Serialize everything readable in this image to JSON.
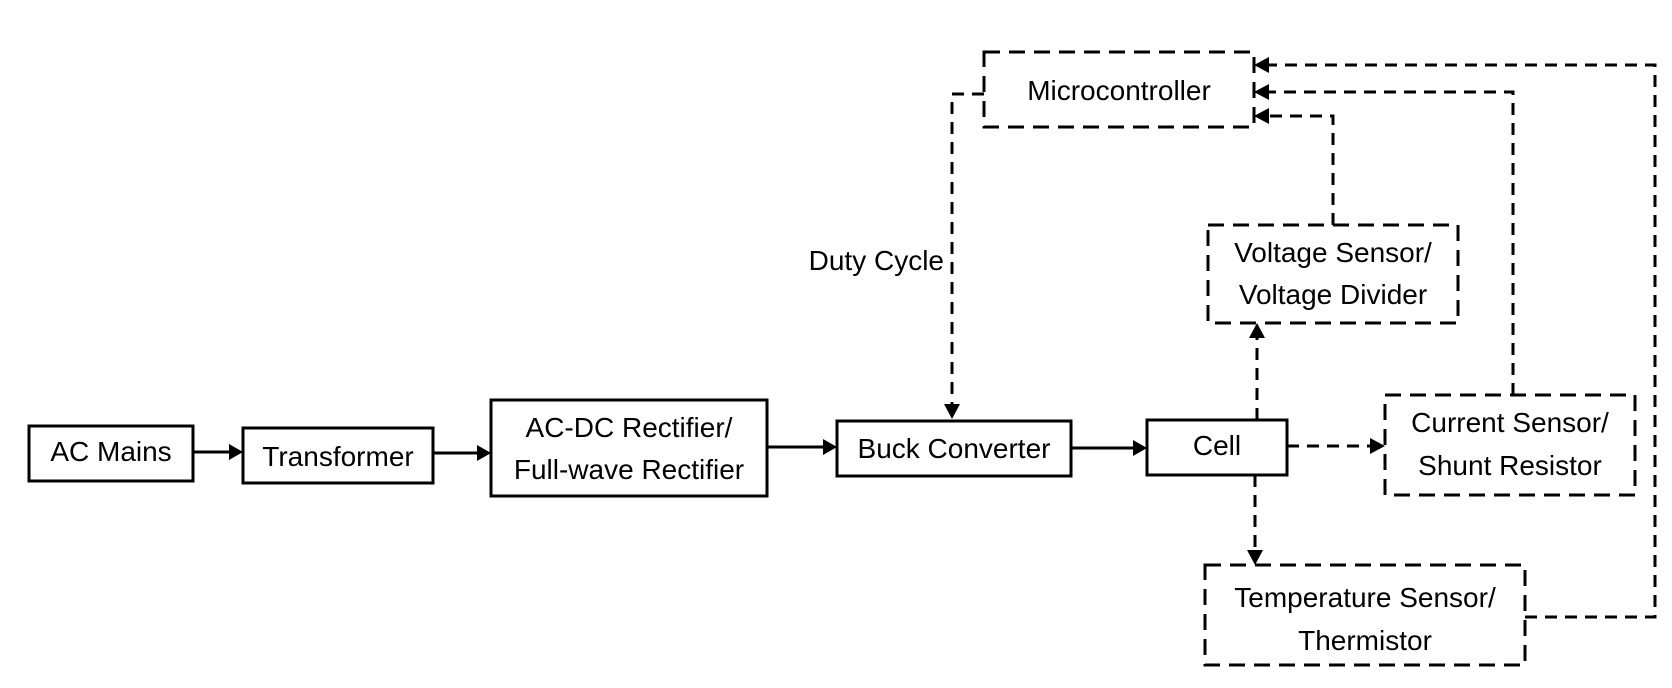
{
  "blocks": {
    "ac_mains": {
      "lines": [
        "AC Mains"
      ]
    },
    "transformer": {
      "lines": [
        "Transformer"
      ]
    },
    "rectifier": {
      "lines": [
        "AC-DC Rectifier/",
        "Full-wave Rectifier"
      ]
    },
    "buck": {
      "lines": [
        "Buck Converter"
      ]
    },
    "cell": {
      "lines": [
        "Cell"
      ]
    },
    "micro": {
      "lines": [
        "Microcontroller"
      ]
    },
    "voltage": {
      "lines": [
        "Voltage Sensor/",
        "Voltage Divider"
      ]
    },
    "current": {
      "lines": [
        "Current Sensor/",
        "Shunt Resistor"
      ]
    },
    "temperature": {
      "lines": [
        "Temperature Sensor/",
        "Thermistor"
      ]
    }
  },
  "labels": {
    "duty_cycle": "Duty Cycle"
  }
}
